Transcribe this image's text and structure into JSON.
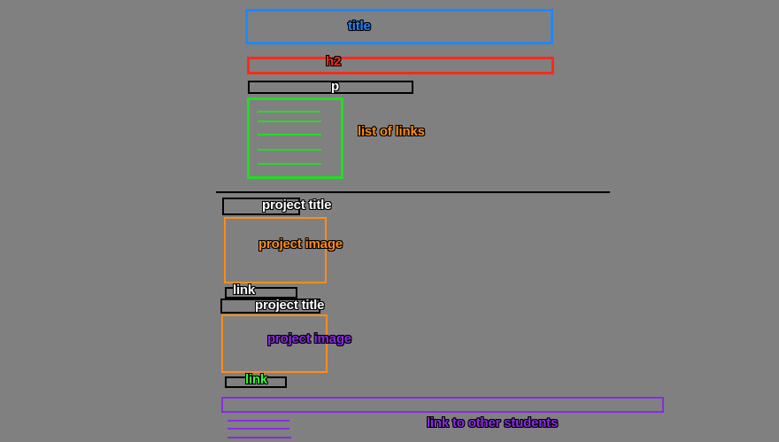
{
  "colors": {
    "background": "#808080",
    "blue": "#1e88ff",
    "red": "#ff2a1a",
    "black": "#000000",
    "green": "#22dd22",
    "orange": "#ff8c1a",
    "purple": "#8a2be2",
    "white": "#ffffff",
    "bright_green": "#33ff33"
  },
  "labels": {
    "title": "title",
    "h2": "h2",
    "p": "p",
    "list_of_links": "list of links",
    "project_title_1": "project title",
    "project_image_1": "project image",
    "link_1": "link",
    "project_title_2": "project title",
    "project_image_2": "project image",
    "link_2": "link",
    "link_to_other_students": "link to other students"
  }
}
